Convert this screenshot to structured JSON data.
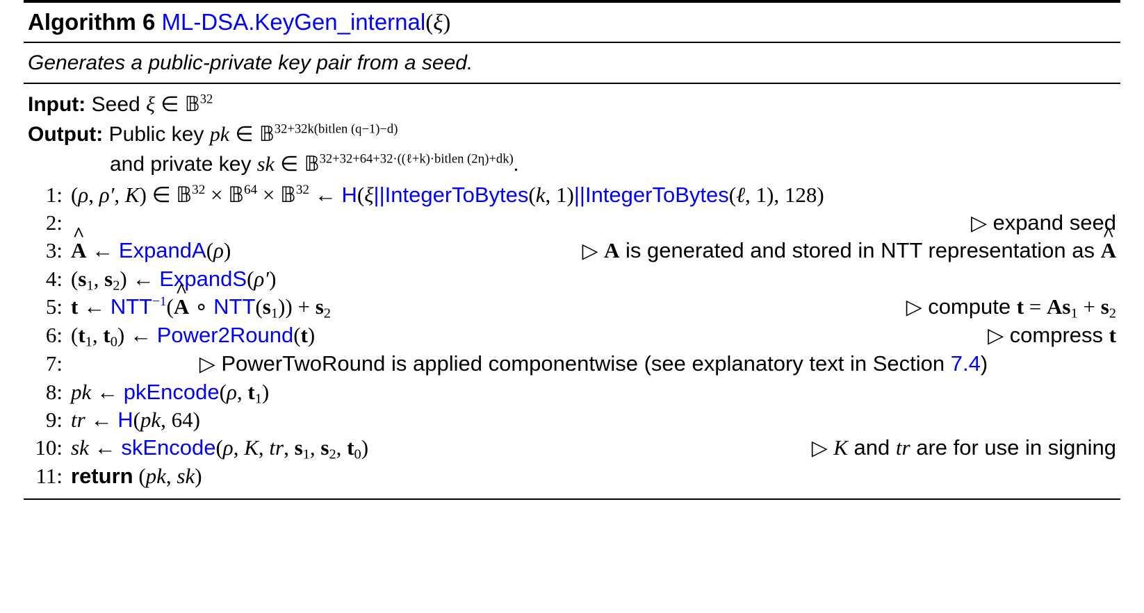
{
  "algorithm": {
    "label": "Algorithm 6",
    "name": "ML-DSA.KeyGen_internal",
    "parameter": "ξ",
    "description": "Generates a public-private key pair from a seed.",
    "accent_color": "#0000ff",
    "text_color": "#000000",
    "background_color": "#ffffff"
  },
  "io": {
    "input_label": "Input:",
    "input_text": "Seed",
    "input_symbol": "ξ",
    "input_member": "∈",
    "input_set": "𝔹",
    "input_exponent": "32",
    "output_label": "Output:",
    "output_text": "Public key",
    "output_symbol": "pk",
    "output_member": "∈",
    "output_set": "𝔹",
    "output_exponent": "32+32k(bitlen (q−1)−d)",
    "output_line2_text": "and private key",
    "output_line2_symbol": "sk",
    "output_line2_member": "∈",
    "output_line2_set": "𝔹",
    "output_line2_exponent": "32+32+64+32·((ℓ+k)·bitlen (2η)+dk)",
    "output_line2_period": "."
  },
  "steps": [
    {
      "num": "1:",
      "body": "(ρ, ρ′, K) ∈ 𝔹^32 × 𝔹^64 × 𝔹^32 ← H(ξ||IntegerToBytes(k, 1)||IntegerToBytes(ℓ, 1), 128)",
      "comment": ""
    },
    {
      "num": "2:",
      "body": "",
      "comment": "▷ expand seed"
    },
    {
      "num": "3:",
      "body": "Â ← ExpandA(ρ)",
      "comment": "▷ A is generated and stored in NTT representation as Â"
    },
    {
      "num": "4:",
      "body": "(s₁, s₂) ← ExpandS(ρ′)",
      "comment": ""
    },
    {
      "num": "5:",
      "body": "t ← NTT⁻¹(Â ∘ NTT(s₁)) + s₂",
      "comment": "▷ compute t = As₁ + s₂"
    },
    {
      "num": "6:",
      "body": "(t₁, t₀) ← Power2Round(t)",
      "comment": "▷ compress t"
    },
    {
      "num": "7:",
      "body": "",
      "comment": "▷ PowerTwoRound is applied componentwise (see explanatory text in Section 7.4)"
    },
    {
      "num": "8:",
      "body": "pk ← pkEncode(ρ, t₁)",
      "comment": ""
    },
    {
      "num": "9:",
      "body": "tr ← H(pk, 64)",
      "comment": ""
    },
    {
      "num": "10:",
      "body": "sk ← skEncode(ρ, K, tr, s₁, s₂, t₀)",
      "comment": "▷ K and tr are for use in signing"
    },
    {
      "num": "11:",
      "body": "return (pk, sk)",
      "comment": ""
    }
  ],
  "tokens": {
    "arrow": "←",
    "member": "∈",
    "times": "×",
    "circ": "∘",
    "plus": "+",
    "equals": "=",
    "triangle": "▷",
    "concat": "||",
    "expand_seed": "expand seed",
    "comment3_a": "is generated and stored in NTT representation as",
    "comment5_prefix": "compute",
    "comment6": "compress",
    "comment7_text": "PowerTwoRound is applied componentwise (see explanatory text in Section",
    "comment7_section": "7.4",
    "comment7_close": ")",
    "comment10_a": "and",
    "comment10_b": "are for use in signing",
    "return_kw": "return",
    "proc_H": "H",
    "proc_IntegerToBytes": "IntegerToBytes",
    "proc_ExpandA": "ExpandA",
    "proc_ExpandS": "ExpandS",
    "proc_NTT": "NTT",
    "proc_NTTinv_base": "NTT",
    "proc_NTTinv_sup": "−1",
    "proc_Power2Round": "Power2Round",
    "proc_pkEncode": "pkEncode",
    "proc_skEncode": "skEncode",
    "num_128": "128",
    "num_64": "64",
    "num_1": "1",
    "sym_rho": "ρ",
    "sym_rho_prime": "ρ′",
    "sym_K": "K",
    "sym_k": "k",
    "sym_ell": "ℓ",
    "sym_xi": "ξ",
    "sym_pk": "pk",
    "sym_sk": "sk",
    "sym_tr": "tr",
    "sym_t": "t",
    "sym_A": "A",
    "sym_s": "s",
    "sub_1": "1",
    "sub_2": "2",
    "sub_0": "0",
    "exp_32": "32",
    "exp_64": "64"
  }
}
